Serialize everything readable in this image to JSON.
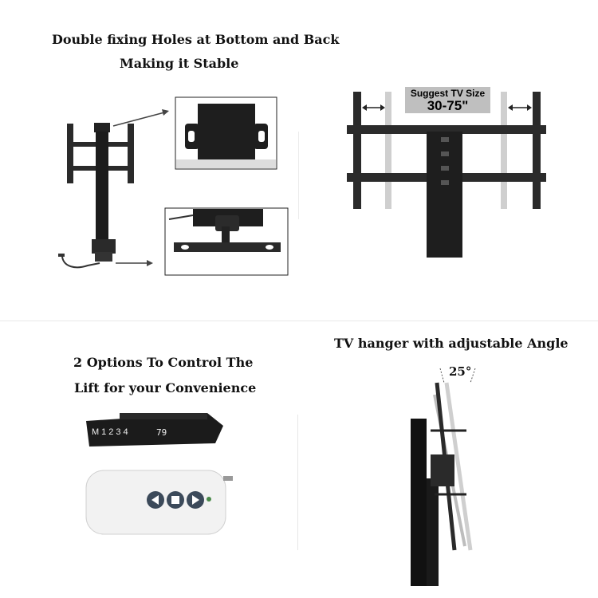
{
  "top_left": {
    "title_line1": "Double fixing Holes at Bottom and Back",
    "title_line2": "Making it Stable"
  },
  "top_right": {
    "suggest_label": "Suggest TV Size",
    "suggest_value": "30-75\""
  },
  "bottom_left": {
    "title_line1": "2 Options To Control The",
    "title_line2": "Lift for your Convenience",
    "panel_keys": "M1234",
    "panel_display": "79"
  },
  "bottom_right": {
    "title": "TV hanger with adjustable Angle",
    "angle_label": "25°"
  },
  "colors": {
    "metal": "#1a1a1a",
    "ghost": "#cfcfcf",
    "remote": "#f2f2f2",
    "remote_button": "#3c4a5a"
  }
}
